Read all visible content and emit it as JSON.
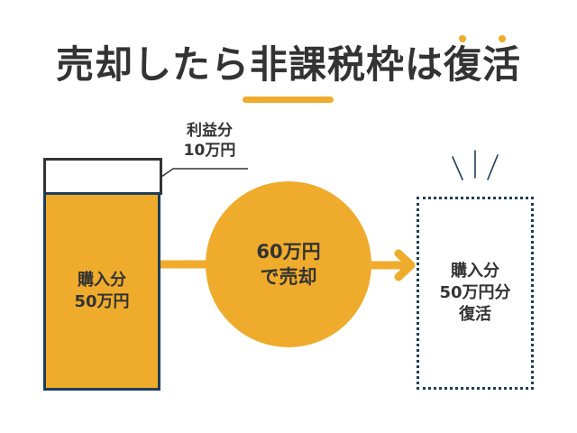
{
  "title": {
    "text": "売却したら非課税枠は復活",
    "accent_color": "#EFAB2B",
    "text_color": "#333333"
  },
  "profit": {
    "label_line1": "利益分",
    "label_line2": "10万円"
  },
  "purchase": {
    "line1": "購入分",
    "line2": "50万円",
    "fill_color": "#EFAB2B",
    "border_color": "#1E3D59"
  },
  "sale": {
    "line1": "60万円",
    "line2": "で売却",
    "fill_color": "#EFAB2B"
  },
  "restored": {
    "line1": "購入分",
    "line2": "50万円分",
    "line3": "復活",
    "border_color": "#1E3D59"
  }
}
